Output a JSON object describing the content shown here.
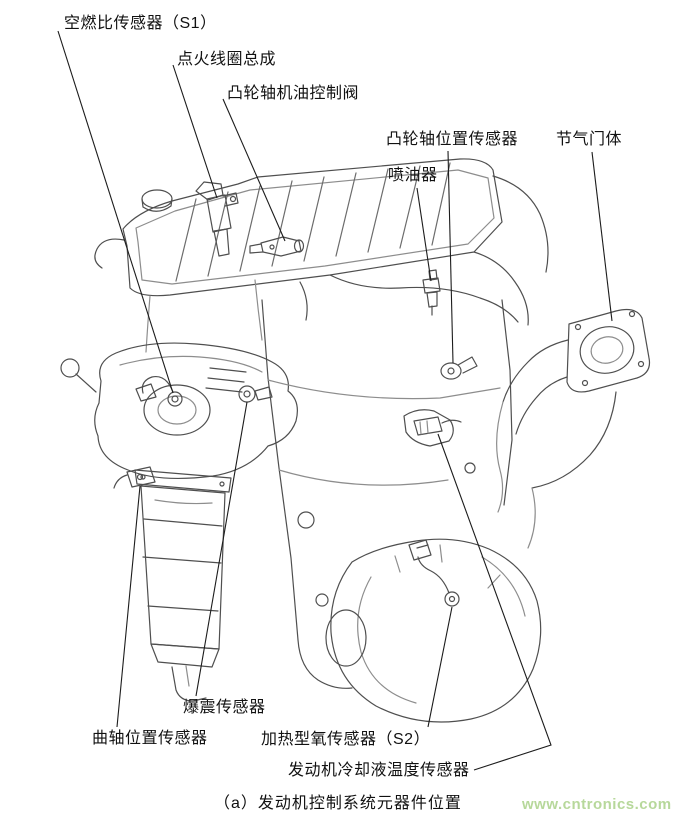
{
  "figure": {
    "caption": "（a）发动机控制系统元器件位置",
    "watermark": "www.cntronics.com",
    "colors": {
      "line_art": "#4f4f4f",
      "leader_line": "#1c1c1c",
      "watermark": "#b7d89b"
    },
    "labels": {
      "afr_sensor": "空燃比传感器（S1）",
      "ignition_coil": "点火线圈总成",
      "cam_oil_control_valve": "凸轮轴机油控制阀",
      "cam_position_sensor": "凸轮轴位置传感器",
      "injector": "喷油器",
      "throttle_body": "节气门体",
      "knock_sensor": "爆震传感器",
      "crank_position_sensor": "曲轴位置传感器",
      "heated_o2_sensor": "加热型氧传感器（S2）",
      "coolant_temp_sensor": "发动机冷却液温度传感器"
    }
  }
}
